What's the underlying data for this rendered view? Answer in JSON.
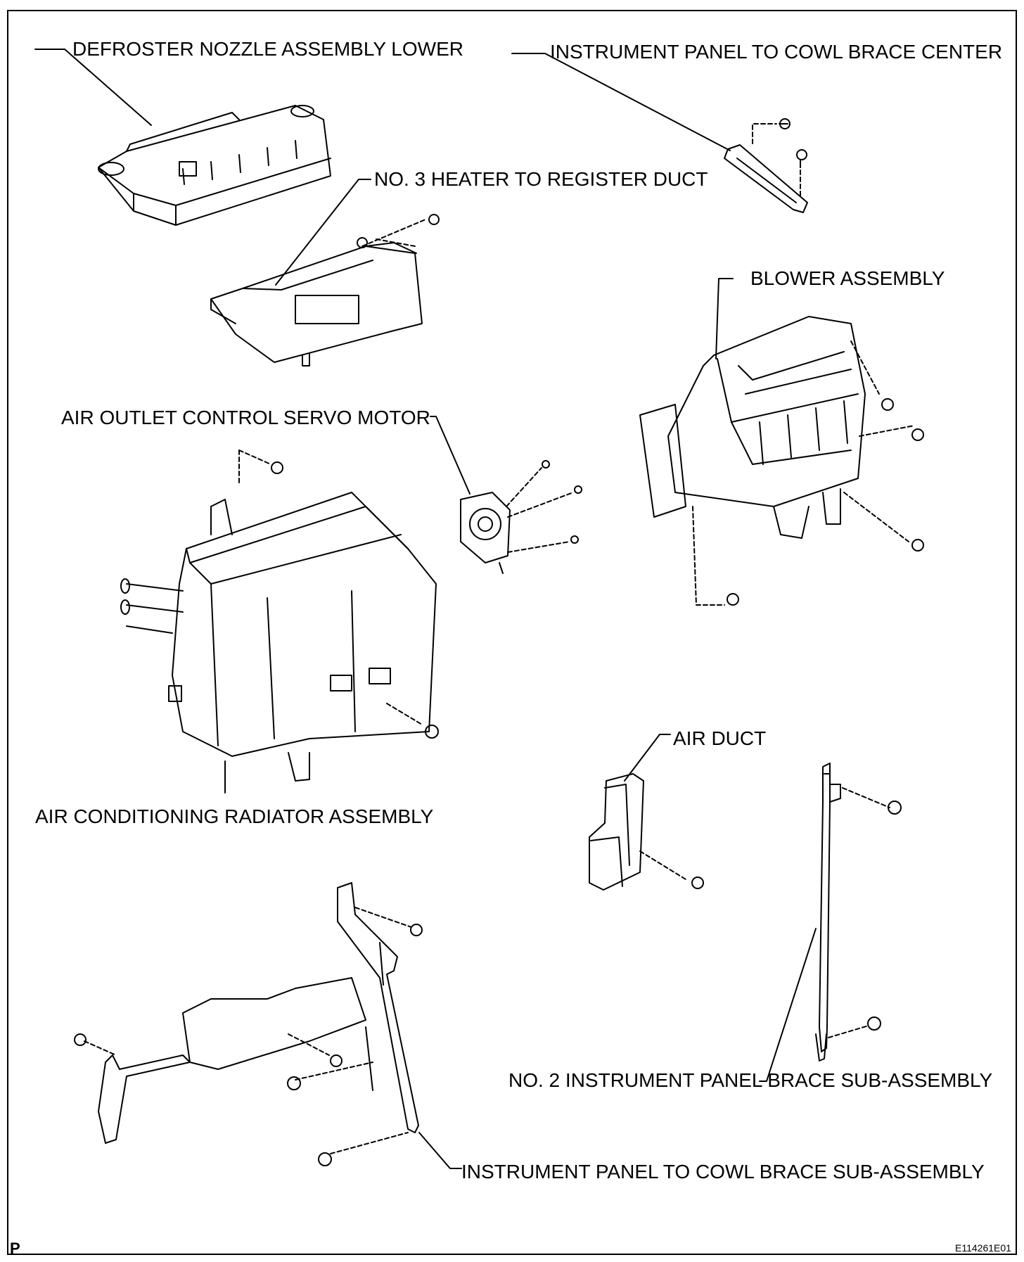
{
  "labels": {
    "defroster": "DEFROSTER NOZZLE ASSEMBLY LOWER",
    "cowl_center": "INSTRUMENT PANEL TO COWL BRACE CENTER",
    "heater_duct": "NO. 3 HEATER TO REGISTER DUCT",
    "blower": "BLOWER ASSEMBLY",
    "servo": "AIR OUTLET CONTROL SERVO MOTOR",
    "radiator": "AIR CONDITIONING RADIATOR ASSEMBLY",
    "air_duct": "AIR DUCT",
    "brace2": "NO. 2 INSTRUMENT PANEL BRACE SUB-ASSEMBLY",
    "cowl_sub": "INSTRUMENT PANEL TO COWL BRACE SUB-ASSEMBLY"
  },
  "corner_mark": "P",
  "figure_code": "E114261E01"
}
